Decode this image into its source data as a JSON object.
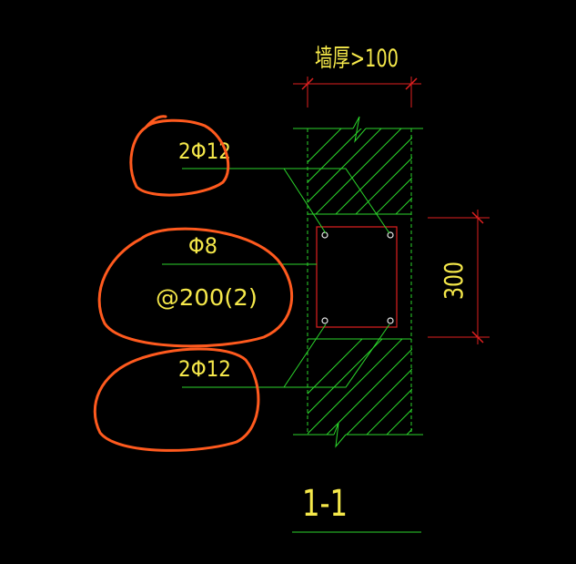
{
  "drawing": {
    "dimension_top": "墙厚>100",
    "dimension_right": "300",
    "label_top_rebar": "2Φ12",
    "label_stirrup": "Φ8",
    "label_stirrup_spacing": "@200(2)",
    "label_bottom_rebar": "2Φ12",
    "section_title": "1-1"
  },
  "colors": {
    "background": "#000000",
    "text": "#f5e84a",
    "wall": "#2bd52b",
    "dimension": "#e02020",
    "rebar": "#e02020",
    "annotation": "#ff5a1e"
  }
}
